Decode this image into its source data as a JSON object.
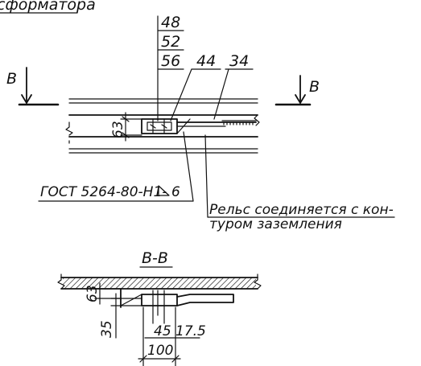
{
  "header_fragment": "сформатора",
  "section_mark": "В",
  "callouts": {
    "top_stack": [
      "48",
      "52",
      "56"
    ],
    "item_44": "44",
    "item_34": "34"
  },
  "plan_dims": {
    "height": "63"
  },
  "weld_note": "ГОСТ 5264-80-Н1-",
  "weld_leg": "6",
  "rail_note": {
    "line1": "Рельс соединяется с кон-",
    "line2": "туром заземления"
  },
  "section_title": "В-В",
  "section_dims": {
    "height_top": "63",
    "height_side": "35",
    "w45": "45",
    "w175": "17.5",
    "w100": "100"
  }
}
